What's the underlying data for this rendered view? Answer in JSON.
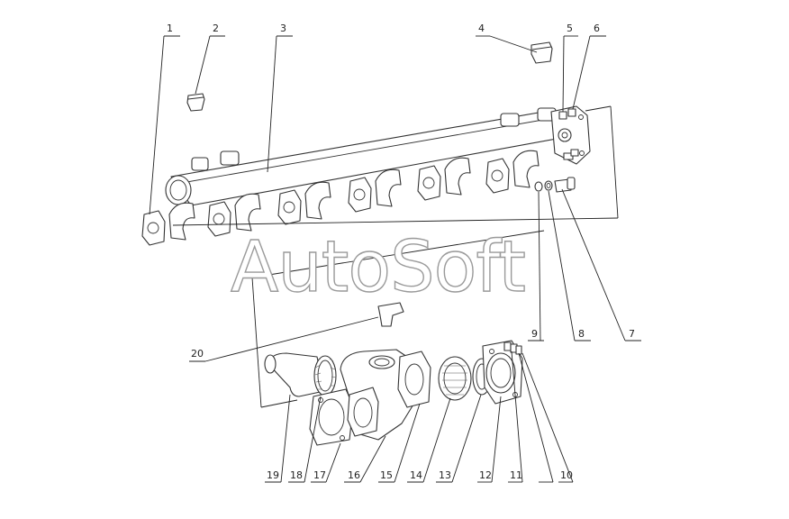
{
  "watermark": "AutoSoft",
  "callouts": [
    {
      "id": "c1",
      "label": "1"
    },
    {
      "id": "c2",
      "label": "2"
    },
    {
      "id": "c3",
      "label": "3"
    },
    {
      "id": "c4",
      "label": "4"
    },
    {
      "id": "c5",
      "label": "5"
    },
    {
      "id": "c6",
      "label": "6"
    },
    {
      "id": "c7",
      "label": "7"
    },
    {
      "id": "c8",
      "label": "8"
    },
    {
      "id": "c9",
      "label": "9"
    },
    {
      "id": "c10",
      "label": "10"
    },
    {
      "id": "c11",
      "label": "11"
    },
    {
      "id": "c12",
      "label": "12"
    },
    {
      "id": "c13",
      "label": "13"
    },
    {
      "id": "c14",
      "label": "14"
    },
    {
      "id": "c15",
      "label": "15"
    },
    {
      "id": "c16",
      "label": "16"
    },
    {
      "id": "c17",
      "label": "17"
    },
    {
      "id": "c18",
      "label": "18"
    },
    {
      "id": "c19",
      "label": "19"
    },
    {
      "id": "c20",
      "label": "20"
    }
  ],
  "colors": {
    "line": "#333333",
    "watermark_outline": "#9a9a9a",
    "background": "#ffffff"
  }
}
